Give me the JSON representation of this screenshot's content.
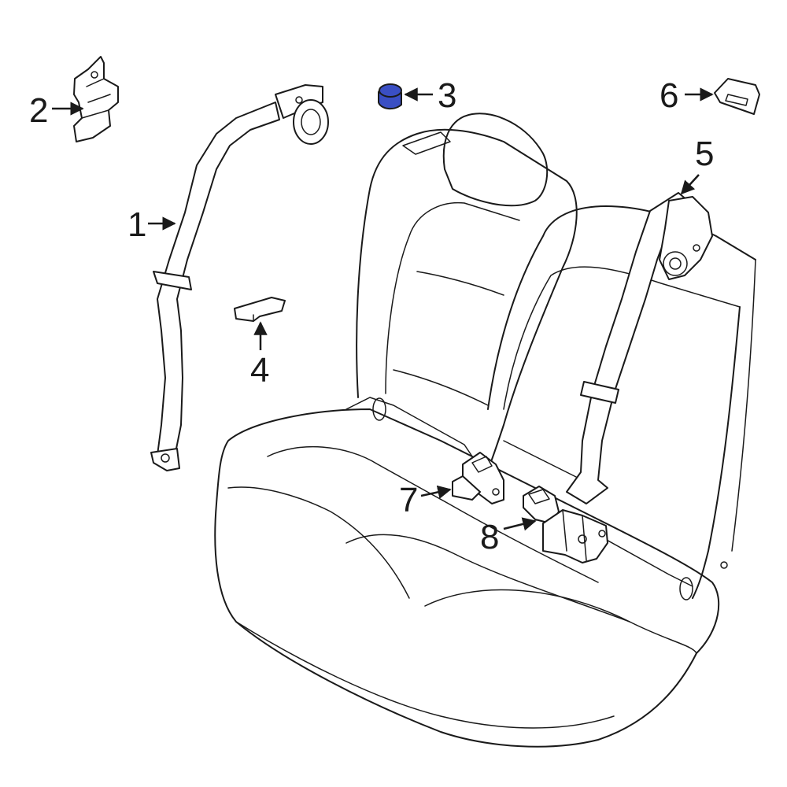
{
  "diagram": {
    "highlight_color": "#3a4fc4",
    "callouts": [
      {
        "id": "1",
        "label": "1"
      },
      {
        "id": "2",
        "label": "2"
      },
      {
        "id": "3",
        "label": "3"
      },
      {
        "id": "4",
        "label": "4"
      },
      {
        "id": "5",
        "label": "5"
      },
      {
        "id": "6",
        "label": "6"
      },
      {
        "id": "7",
        "label": "7"
      },
      {
        "id": "8",
        "label": "8"
      }
    ]
  }
}
